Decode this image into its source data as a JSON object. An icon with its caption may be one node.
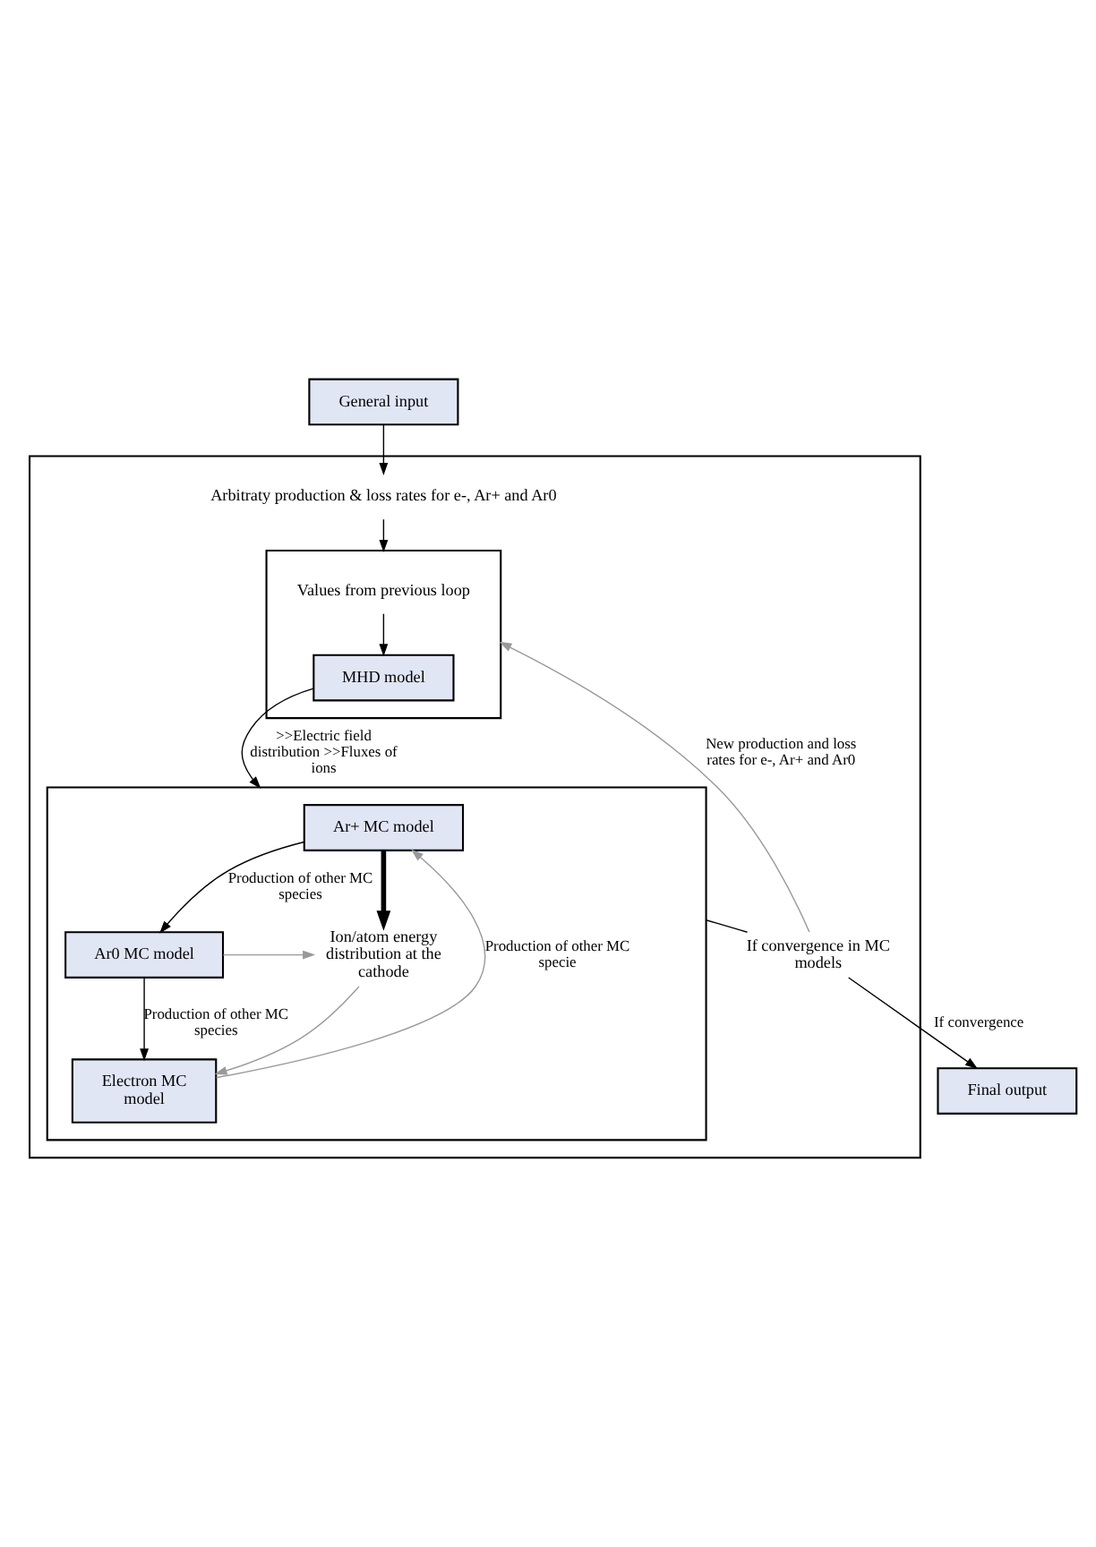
{
  "diagram": {
    "nodes": [
      {
        "text": [
          "General input"
        ]
      },
      {
        "text": [],
        "shape": "box"
      },
      {
        "text": [
          "Arbitraty production & loss rates for e-, Ar+ and Ar0"
        ],
        "in": 1
      },
      {
        "text": [],
        "shape": "box",
        "in": 1
      },
      {
        "text": [
          "Values from previous loop"
        ],
        "in": 3
      },
      {
        "text": [
          "MHD model"
        ],
        "in": 3
      },
      {
        "text": [],
        "shape": "box",
        "in": 1
      },
      {
        "text": [
          "Ar+ MC model"
        ],
        "in": 6
      },
      {
        "text": [
          "Ar0 MC model"
        ],
        "in": 6
      },
      {
        "text": [
          "Electron MC model"
        ],
        "in": 6
      },
      {
        "text": [
          "Ion/atom energy distribution at the cathode"
        ],
        "in": 6
      },
      {
        "text": [
          "If convergence in MC models"
        ],
        "in": 1
      },
      {
        "text": [
          "Final output"
        ]
      }
    ],
    "edges": [
      {
        "from": 0,
        "to": 2,
        "arrow": "to"
      },
      {
        "from": 2,
        "to": 3,
        "arrow": "to"
      },
      {
        "from": 4,
        "to": 5,
        "arrow": "to"
      },
      {
        "from": 5,
        "to": 6,
        "label": ">>Electric field distribution >>Fluxes of ions",
        "arrow": "to"
      },
      {
        "from": 7,
        "to": 8,
        "label": "Production of other MC species",
        "arrow": "to"
      },
      {
        "from": 8,
        "to": 9,
        "label": "Production of other MC species",
        "arrow": "to"
      },
      {
        "from": 9,
        "to": 7,
        "label": "Production of other MC specie",
        "arrow": "to",
        "color": "#999999"
      },
      {
        "from": 7,
        "to": 10,
        "arrow": "to",
        "style": "thick"
      },
      {
        "from": 8,
        "to": 10,
        "arrow": "to",
        "color": "#999999"
      },
      {
        "from": 10,
        "to": 9,
        "arrow": "to",
        "color": "#999999"
      },
      {
        "from": 6,
        "to": 11,
        "arrow": "none"
      },
      {
        "from": 11,
        "to": 3,
        "label": "New production and loss rates for e-, Ar+ and Ar0",
        "arrow": "to",
        "color": "#999999"
      },
      {
        "from": 11,
        "to": 12,
        "label": "If convergence",
        "arrow": "to"
      }
    ]
  }
}
